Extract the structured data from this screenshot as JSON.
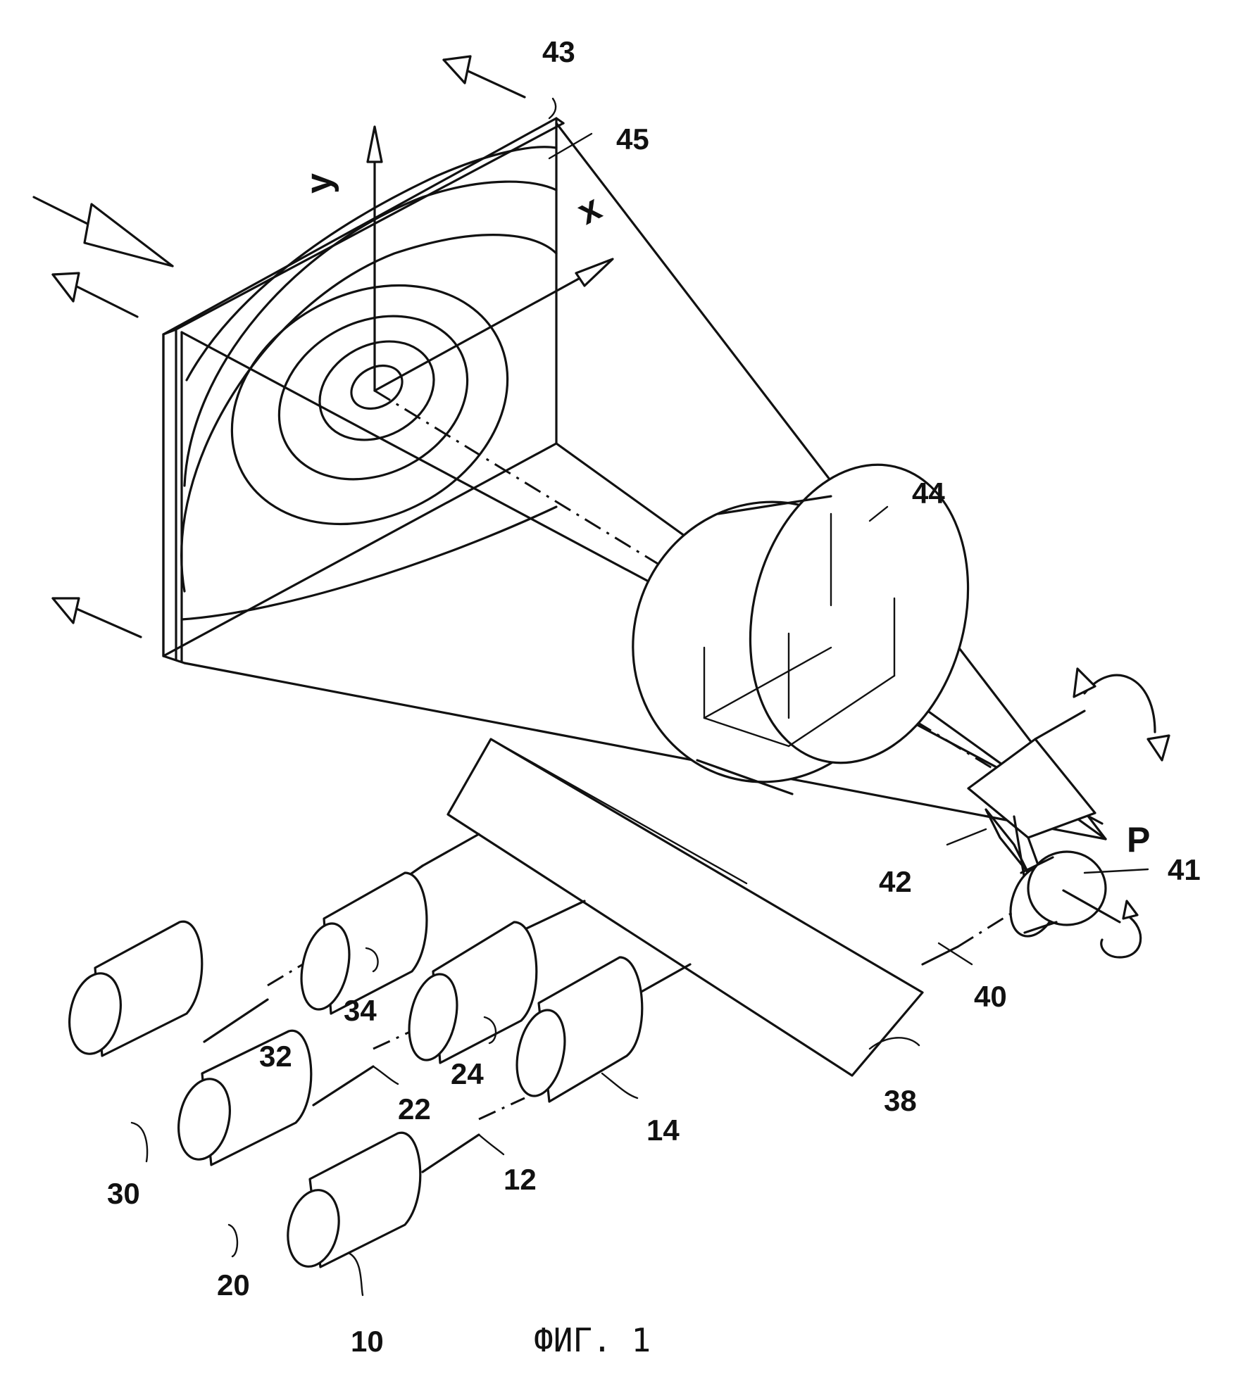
{
  "figure": {
    "caption": "ФИГ. 1",
    "labels": {
      "l10": "10",
      "l12": "12",
      "l14": "14",
      "l20": "20",
      "l22": "22",
      "l24": "24",
      "l30": "30",
      "l32": "32",
      "l34": "34",
      "l38": "38",
      "l40": "40",
      "l41": "41",
      "l42": "42",
      "l43": "43",
      "l44": "44",
      "l45": "45",
      "P": "P"
    },
    "axes": {
      "y": "y",
      "x": "x"
    }
  }
}
